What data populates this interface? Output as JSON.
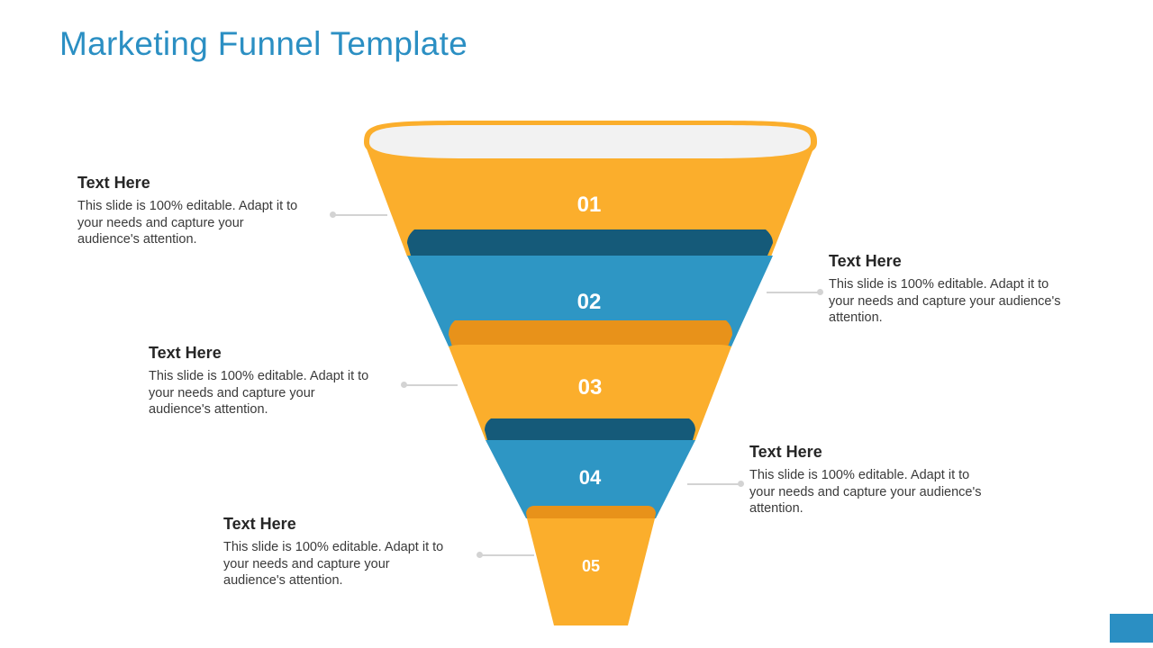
{
  "title": "Marketing Funnel Template",
  "colors": {
    "title": "#2b8fc3",
    "orange": "#fbae2c",
    "blue": "#2e96c4",
    "dark_orange": "#e8921a",
    "dark_blue": "#155a79",
    "rim": "#f2f2f2",
    "accent": "#2b8fc3"
  },
  "stages": [
    {
      "number": "01",
      "heading": "Text Here",
      "body": "This slide is 100% editable. Adapt it to your needs and capture your audience's attention."
    },
    {
      "number": "02",
      "heading": "Text Here",
      "body": "This slide is 100% editable. Adapt it to your needs and capture your audience's attention."
    },
    {
      "number": "03",
      "heading": "Text Here",
      "body": "This slide is 100% editable. Adapt it to your needs and capture your audience's attention."
    },
    {
      "number": "04",
      "heading": "Text Here",
      "body": "This slide is 100% editable. Adapt it to your needs and capture your audience's attention."
    },
    {
      "number": "05",
      "heading": "Text Here",
      "body": "This slide is 100% editable. Adapt it to your needs and capture your audience's attention."
    }
  ]
}
